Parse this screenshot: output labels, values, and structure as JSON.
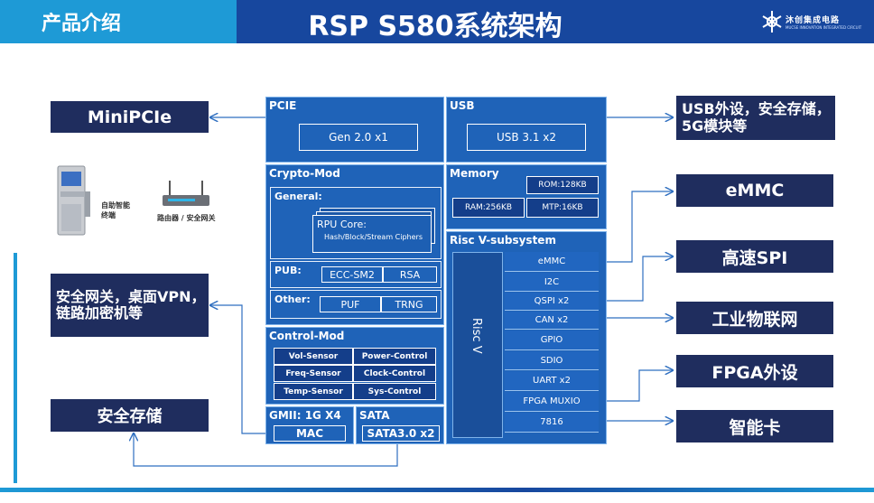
{
  "header": {
    "section_label": "产品介绍",
    "title": "RSP S580系统架构",
    "logo_text": "沐创集成电路",
    "logo_sub": "MUCSE INNOVATION INTEGRATED CIRCUIT"
  },
  "left_boxes": {
    "minipcie": "MiniPCIe",
    "gateway": "安全网关，桌面VPN，链路加密机等",
    "storage": "安全存储"
  },
  "right_boxes": {
    "usb": "USB外设，安全存储，5G模块等",
    "emmc": "eMMC",
    "spi": "高速SPI",
    "iot": "工业物联网",
    "fpga": "FPGA外设",
    "smartcard": "智能卡"
  },
  "devices": {
    "kiosk_label": "自助智能终端",
    "router_label": "路由器 / 安全网关"
  },
  "diagram": {
    "pcie": {
      "title": "PCIE",
      "value": "Gen 2.0 x1"
    },
    "usb": {
      "title": "USB",
      "value": "USB 3.1 x2"
    },
    "crypto": {
      "title": "Crypto-Mod",
      "general": "General:",
      "rpu_title": "RPU Core:",
      "rpu_sub": "Hash/Block/Stream Ciphers",
      "pub": "PUB:",
      "pub_items": [
        "ECC-SM2",
        "RSA"
      ],
      "other": "Other:",
      "other_items": [
        "PUF",
        "TRNG"
      ]
    },
    "memory": {
      "title": "Memory",
      "rom": "ROM:128KB",
      "ram": "RAM:256KB",
      "mtp": "MTP:16KB"
    },
    "riscv": {
      "title": "Risc V-subsystem",
      "core": "Risc V",
      "items": [
        "eMMC",
        "I2C",
        "QSPI x2",
        "CAN x2",
        "GPIO",
        "SDIO",
        "UART x2",
        "FPGA MUXIO",
        "7816"
      ]
    },
    "control": {
      "title": "Control-Mod",
      "items": [
        "Vol-Sensor",
        "Power-Control",
        "Freq-Sensor",
        "Clock-Control",
        "Temp-Sensor",
        "Sys-Control"
      ]
    },
    "gmii": {
      "title": "GMII: 1G X4",
      "value": "MAC"
    },
    "sata": {
      "title": "SATA",
      "value": "SATA3.0 x2"
    }
  },
  "colors": {
    "header_left": "#1e9ad6",
    "header_right": "#17479e",
    "navy": "#1f2d5e",
    "block": "#1f63b8"
  }
}
